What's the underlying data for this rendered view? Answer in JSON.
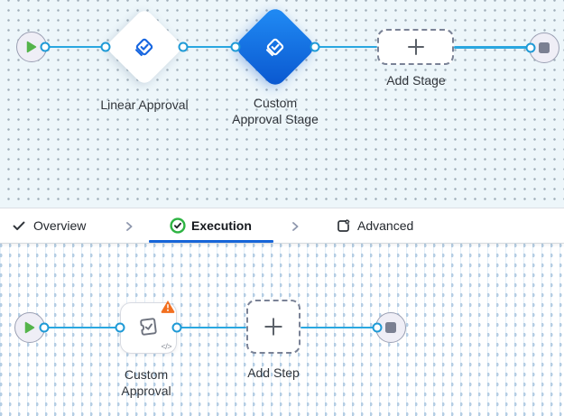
{
  "stage_canvas": {
    "linear_stage_label": "Linear Approval",
    "custom_stage_label": "Custom Approval Stage",
    "add_stage_label": "Add Stage"
  },
  "tab_bar": {
    "overview_label": "Overview",
    "execution_label": "Execution",
    "advanced_label": "Advanced"
  },
  "step_canvas": {
    "custom_step_label": "Custom Approval",
    "add_step_label": "Add Step",
    "code_badge": "</>"
  },
  "colors": {
    "canvas_top_bg": "#edf6fa",
    "connector_blue": "#2aa7e0",
    "port_ring_blue": "#1f9ad6",
    "selected_stage_blue": "#0f63d9",
    "stage_icon_blue": "#1766e0",
    "start_green": "#55b44b",
    "end_slate": "#7b8092",
    "warning_orange": "#f26f1f",
    "success_green": "#2db342",
    "active_tab_underline": "#1765d8"
  }
}
